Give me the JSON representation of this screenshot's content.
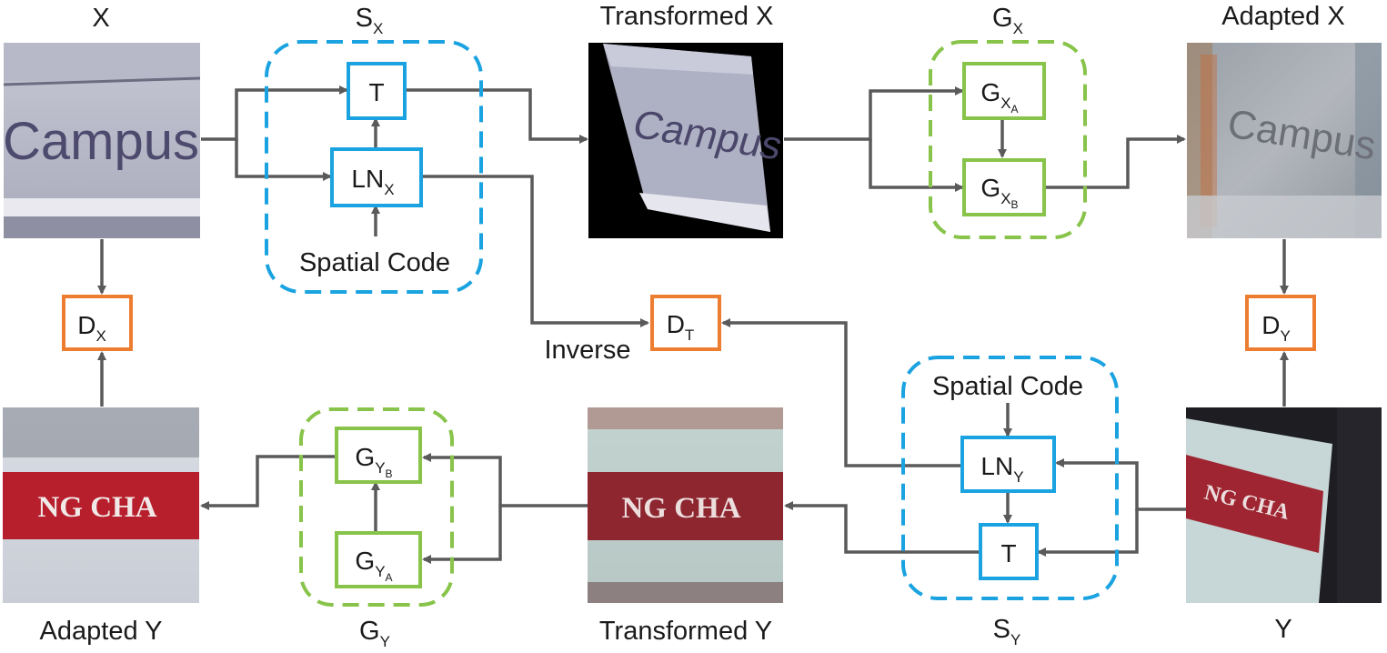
{
  "labels": {
    "x": "X",
    "sx_main": "S",
    "sx_sub": "X",
    "transformed_x": "Transformed X",
    "gx_main": "G",
    "gx_sub": "X",
    "adapted_x": "Adapted X",
    "adapted_y": "Adapted Y",
    "gy_main": "G",
    "gy_sub": "Y",
    "transformed_y": "Transformed Y",
    "sy_main": "S",
    "sy_sub": "Y",
    "y": "Y",
    "inverse": "Inverse"
  },
  "boxes": {
    "t_top": "T",
    "lnx_main": "LN",
    "lnx_sub": "X",
    "spatial_code_top": "Spatial Code",
    "gxa_main": "G",
    "gxa_sub": "X",
    "gxa_sub2": "A",
    "gxb_main": "G",
    "gxb_sub": "X",
    "gxb_sub2": "B",
    "dx_main": "D",
    "dx_sub": "X",
    "dt_main": "D",
    "dt_sub": "T",
    "dy_main": "D",
    "dy_sub": "Y",
    "spatial_code_bottom": "Spatial Code",
    "lny_main": "LN",
    "lny_sub": "Y",
    "t_bottom": "T",
    "gyb_main": "G",
    "gyb_sub": "Y",
    "gyb_sub2": "B",
    "gya_main": "G",
    "gya_sub": "Y",
    "gya_sub2": "A"
  },
  "images": {
    "campus_text": "Campus",
    "ngcha_text": "NG CHA"
  },
  "colors": {
    "spatial_module": "#1aa3e0",
    "generator_module": "#88c34a",
    "discriminator": "#ed7d31",
    "connector": "#5a5a5a"
  }
}
